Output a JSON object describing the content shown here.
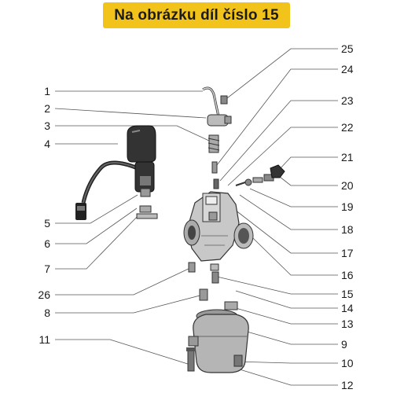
{
  "banner": {
    "title": "Na obrázku díl číslo 15",
    "color": "#f2c31b"
  },
  "callouts_left": [
    "1",
    "2",
    "3",
    "4",
    "5",
    "6",
    "7",
    "26",
    "8",
    "11"
  ],
  "callouts_right": [
    "25",
    "24",
    "23",
    "22",
    "21",
    "20",
    "19",
    "18",
    "17",
    "16",
    "15",
    "14",
    "13",
    "9",
    "10",
    "12"
  ],
  "highlighted_part": "15"
}
